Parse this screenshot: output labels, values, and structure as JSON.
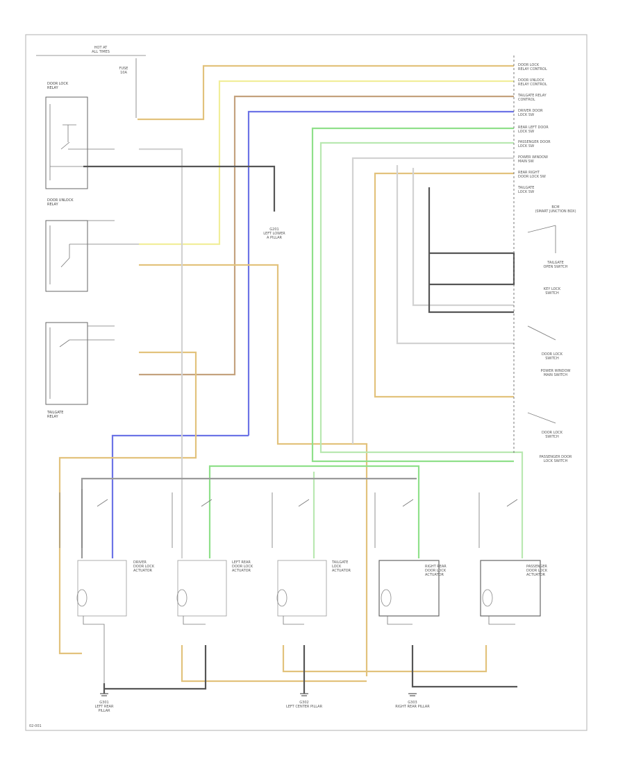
{
  "colors": {
    "orange": "#e2c27c",
    "yellow": "#f1ee9a",
    "brown": "#c4a27e",
    "blue": "#6c73e6",
    "green": "#8fe08a",
    "light_green": "#b9e8b1",
    "gray": "#9a9a9a",
    "light_gray": "#d2d2d2",
    "black": "#555555",
    "border": "#bdbdbd"
  },
  "top_fuse": {
    "lines": [
      "HOT AT",
      "ALL TIMES",
      "FUSE",
      "10A"
    ]
  },
  "left_modules": [
    {
      "lines": [
        "DOOR LOCK",
        "RELAY"
      ]
    },
    {
      "lines": [
        "DOOR UNLOCK",
        "RELAY"
      ]
    },
    {
      "lines": [
        "TAILGATE",
        "RELAY"
      ]
    }
  ],
  "ground_mid": {
    "lines": [
      "G201",
      "LEFT LOWER",
      "A PILLAR"
    ]
  },
  "right_labels": [
    {
      "lines": [
        "DOOR LOCK",
        "RELAY CONTROL"
      ]
    },
    {
      "lines": [
        "DOOR UNLOCK",
        "RELAY CONTROL"
      ]
    },
    {
      "lines": [
        "TAILGATE RELAY",
        "CONTROL"
      ]
    },
    {
      "lines": [
        "DRIVER DOOR",
        "LOCK SW"
      ]
    },
    {
      "lines": [
        "REAR LEFT DOOR",
        "LOCK SW"
      ]
    },
    {
      "lines": [
        "PASSENGER DOOR",
        "LOCK SW"
      ]
    },
    {
      "lines": [
        "POWER WINDOW",
        "MAIN SW"
      ]
    },
    {
      "lines": [
        "REAR RIGHT",
        "DOOR LOCK SW"
      ]
    },
    {
      "lines": [
        "TAILGATE",
        "LOCK SW"
      ]
    }
  ],
  "right_components": [
    {
      "lines": [
        "BCM",
        "(SMART JUNCTION BOX)"
      ]
    },
    {
      "lines": [
        "TAILGATE",
        "OPEN SWITCH"
      ]
    },
    {
      "lines": [
        "KEY LOCK",
        "SWITCH"
      ]
    },
    {
      "lines": [
        "DOOR LOCK",
        "SWITCH"
      ]
    },
    {
      "lines": [
        "POWER WINDOW",
        "MAIN SWITCH"
      ]
    },
    {
      "lines": [
        "DOOR LOCK",
        "SWITCH"
      ]
    },
    {
      "lines": [
        "PASSENGER DOOR",
        "LOCK SWITCH"
      ]
    }
  ],
  "actuators": [
    {
      "lines": [
        "DRIVER",
        "DOOR LOCK",
        "ACTUATOR"
      ]
    },
    {
      "lines": [
        "LEFT REAR",
        "DOOR LOCK",
        "ACTUATOR"
      ]
    },
    {
      "lines": [
        "TAILGATE",
        "LOCK",
        "ACTUATOR"
      ]
    },
    {
      "lines": [
        "RIGHT REAR",
        "DOOR LOCK",
        "ACTUATOR"
      ]
    },
    {
      "lines": [
        "PASSENGER",
        "DOOR LOCK",
        "ACTUATOR"
      ]
    }
  ],
  "grounds": [
    {
      "lines": [
        "G301",
        "LEFT REAR",
        "PILLAR"
      ]
    },
    {
      "lines": [
        "G302",
        "LEFT CENTER PILLAR"
      ]
    },
    {
      "lines": [
        "G303",
        "RIGHT REAR PILLAR"
      ]
    }
  ],
  "footer": {
    "code": "02-001"
  }
}
